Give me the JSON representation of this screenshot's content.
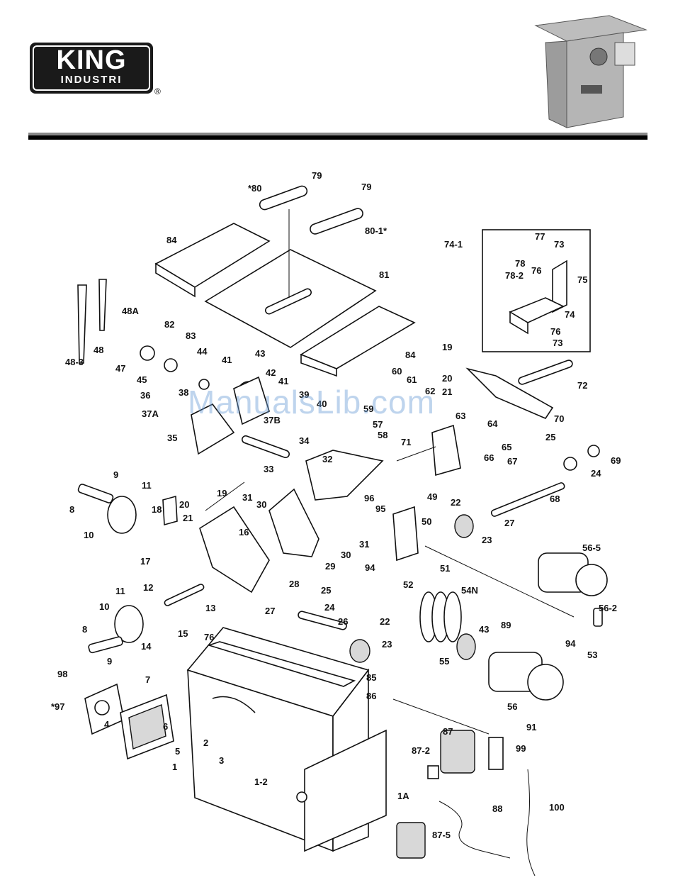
{
  "logo": {
    "brand": "KING",
    "sub": "INDUSTRI",
    "registered": "®"
  },
  "watermark": "ManualsLib.com",
  "parts": [
    "*80",
    "79",
    "79",
    "80-1*",
    "84",
    "81",
    "82",
    "83",
    "84",
    "74-1",
    "77",
    "73",
    "78",
    "76",
    "78-2",
    "75",
    "74",
    "76",
    "73",
    "48A",
    "48-3",
    "48",
    "47",
    "45",
    "44",
    "43",
    "41",
    "42",
    "41",
    "38",
    "39",
    "40",
    "37B",
    "36",
    "37A",
    "35",
    "34",
    "33",
    "32",
    "59",
    "60",
    "61",
    "62",
    "63",
    "57",
    "58",
    "71",
    "64",
    "65",
    "66",
    "19",
    "20",
    "21",
    "72",
    "70",
    "25",
    "69",
    "24",
    "9",
    "11",
    "8",
    "10",
    "18",
    "20",
    "21",
    "19",
    "31",
    "30",
    "17",
    "16",
    "29",
    "30",
    "31",
    "96",
    "95",
    "94",
    "49",
    "50",
    "51",
    "52",
    "22",
    "27",
    "68",
    "67",
    "23",
    "56-5",
    "56-2",
    "11",
    "12",
    "10",
    "8",
    "9",
    "14",
    "15",
    "76",
    "13",
    "28",
    "27",
    "25",
    "24",
    "26",
    "22",
    "23",
    "54N",
    "43",
    "89",
    "55",
    "94",
    "53",
    "56",
    "98",
    "7",
    "*97",
    "4",
    "6",
    "5",
    "85",
    "86",
    "2",
    "3",
    "1",
    "87",
    "87-2",
    "91",
    "99",
    "1-2",
    "1A",
    "88",
    "100",
    "87-5"
  ]
}
